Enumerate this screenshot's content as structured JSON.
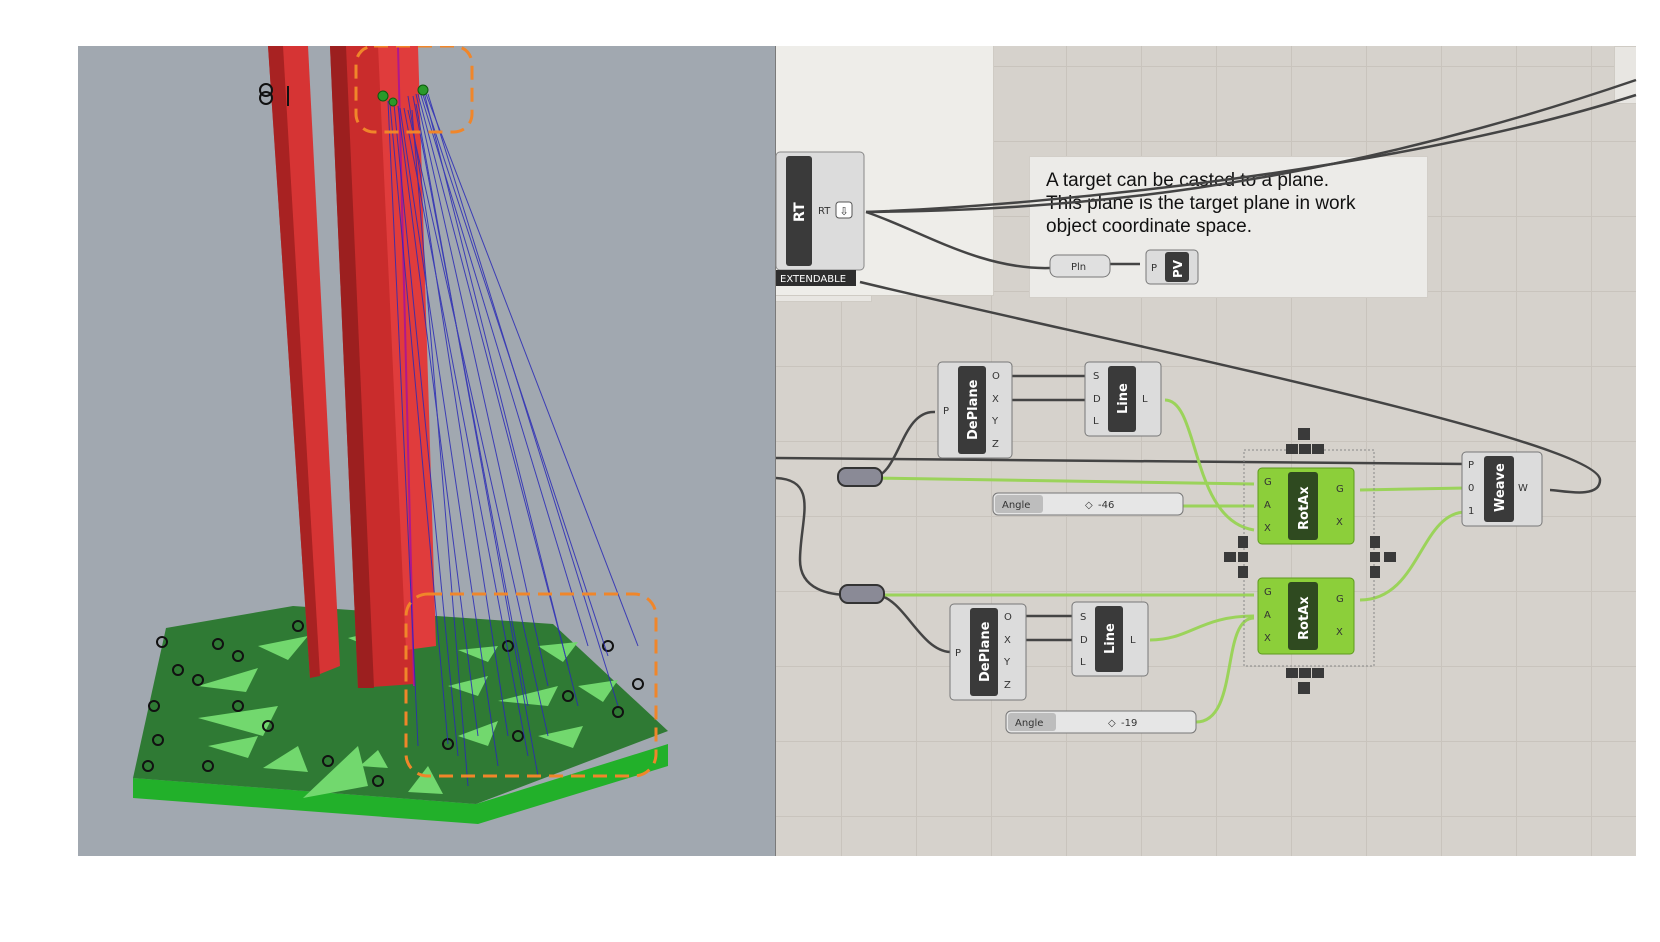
{
  "viewport": {
    "name": "rhino-3d-viewport",
    "colors": {
      "background": "#a1a8b0",
      "post": "#d02a2a",
      "base": "#2a8a2a",
      "base_light": "#7be07b",
      "lines": "#2a2ab5",
      "highlight": "#f0862a"
    }
  },
  "canvas": {
    "name": "grasshopper-canvas",
    "group_tag": "EXTENDABLE",
    "note_text": "A target can be casted to a plane.\nThis plane is the target plane in work\nobject coordinate space.",
    "nodes": {
      "rt": {
        "label": "RT",
        "out": "RT"
      },
      "pln": {
        "label": "Pln"
      },
      "pv": {
        "label": "PV",
        "in": "P"
      },
      "deplane1": {
        "label": "DePlane",
        "in": "P",
        "outs": [
          "O",
          "X",
          "Y",
          "Z"
        ]
      },
      "line1": {
        "label": "Line",
        "ins": [
          "S",
          "D",
          "L"
        ],
        "out": "L"
      },
      "rotax1": {
        "label": "RotAx",
        "ins": [
          "G",
          "A",
          "X"
        ],
        "outs": [
          "G",
          "X"
        ]
      },
      "weave": {
        "label": "Weave",
        "ins": [
          "P",
          "0",
          "1"
        ],
        "out": "W"
      },
      "deplane2": {
        "label": "DePlane",
        "in": "P",
        "outs": [
          "O",
          "X",
          "Y",
          "Z"
        ]
      },
      "line2": {
        "label": "Line",
        "ins": [
          "S",
          "D",
          "L"
        ],
        "out": "L"
      },
      "rotax2": {
        "label": "RotAx",
        "ins": [
          "G",
          "A",
          "X"
        ],
        "outs": [
          "G",
          "X"
        ]
      }
    },
    "sliders": [
      {
        "label": "Angle",
        "value": "-46"
      },
      {
        "label": "Angle",
        "value": "-19"
      }
    ],
    "colors": {
      "active": "#8ccf3a",
      "wire_active": "#9bd35a",
      "wire": "#444444",
      "node": "#3a3a3a"
    }
  }
}
